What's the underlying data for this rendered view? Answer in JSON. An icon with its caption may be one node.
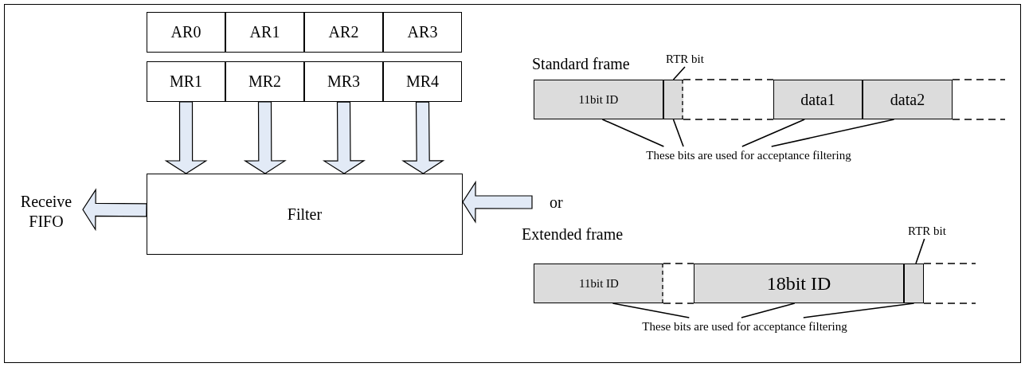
{
  "diagram": {
    "nodes": [
      {
        "text": [
          "AR0"
        ]
      },
      {
        "text": [
          "AR1"
        ]
      },
      {
        "text": [
          "AR2"
        ]
      },
      {
        "text": [
          "AR3"
        ]
      },
      {
        "text": [
          "MR1"
        ]
      },
      {
        "text": [
          "MR2"
        ]
      },
      {
        "text": [
          "MR3"
        ]
      },
      {
        "text": [
          "MR4"
        ]
      },
      {
        "text": [
          "Filter"
        ]
      },
      {
        "text": [
          "Receive FIFO"
        ]
      },
      {
        "text": [
          "RTR bit"
        ]
      },
      {
        "text": [
          "11bit ID"
        ]
      },
      {
        "text": [],
        "shape": "box"
      },
      {
        "text": [
          "data1"
        ]
      },
      {
        "text": [
          "data2"
        ]
      },
      {
        "text": [
          "These bits are used for acceptance filtering"
        ]
      },
      {
        "text": [
          "RTR bit"
        ]
      },
      {
        "text": [
          "11bit ID"
        ]
      },
      {
        "text": [
          "18bit ID"
        ]
      },
      {
        "text": [],
        "shape": "box"
      },
      {
        "text": [
          "These bits are used for acceptance filtering"
        ]
      }
    ],
    "edges": [
      {
        "from": 4,
        "to": 8,
        "arrow": "to",
        "style": "thick"
      },
      {
        "from": 5,
        "to": 8,
        "arrow": "to",
        "style": "thick"
      },
      {
        "from": 6,
        "to": 8,
        "arrow": "to",
        "style": "thick"
      },
      {
        "from": 7,
        "to": 8,
        "arrow": "to",
        "style": "thick"
      },
      {
        "from": 8,
        "to": 9,
        "arrow": "to",
        "style": "thick"
      },
      {
        "from": null,
        "to": 8,
        "arrow": "to",
        "style": "thick"
      },
      {
        "from": 10,
        "to": 12,
        "arrow": "none"
      },
      {
        "from": 15,
        "to": 11,
        "arrow": "none"
      },
      {
        "from": 15,
        "to": 12,
        "arrow": "none"
      },
      {
        "from": 15,
        "to": 13,
        "arrow": "none"
      },
      {
        "from": 15,
        "to": 14,
        "arrow": "none"
      },
      {
        "from": 16,
        "to": 19,
        "arrow": "none"
      },
      {
        "from": 20,
        "to": 17,
        "arrow": "none"
      },
      {
        "from": 20,
        "to": 18,
        "arrow": "none"
      },
      {
        "from": 20,
        "to": 19,
        "arrow": "none"
      }
    ],
    "labels": [
      "Standard frame",
      "or",
      "Extended frame"
    ]
  }
}
